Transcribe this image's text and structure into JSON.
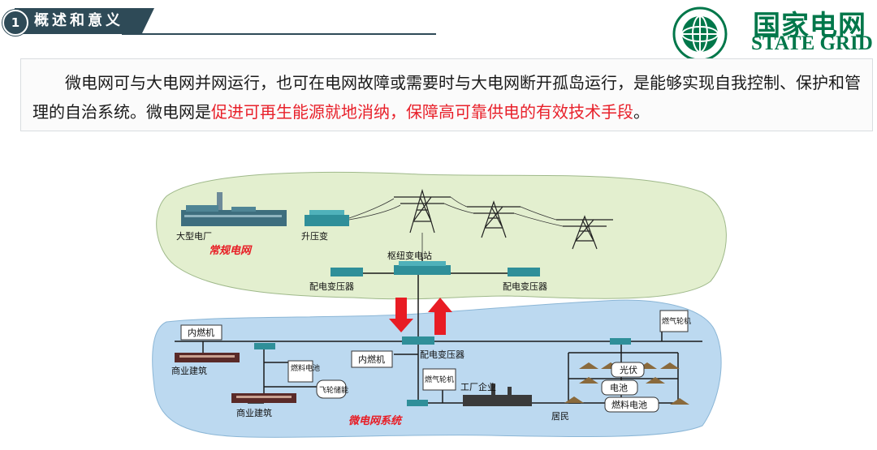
{
  "header": {
    "section_number": "1",
    "section_title": "概述和意义"
  },
  "logo": {
    "cn": "国家电网",
    "en": "STATE GRID"
  },
  "paragraph": {
    "part1": "微电网可与大电网并网运行，也可在电网故障或需要时与大电网断开孤岛运行，是能够实现自我控制、保护和管理的自治系统。微电网是",
    "highlight": "促进可再生能源就地消纳，保障高可靠供电的有效技术手段",
    "part2": "。"
  },
  "diagram": {
    "grid_labels": {
      "power_plant": "大型电厂",
      "step_up": "升压变",
      "hub_station": "枢纽变电站",
      "dist_left": "配电变压器",
      "dist_right": "配电变压器",
      "grid_name": "常规电网"
    },
    "micro_labels": {
      "ice_top": "内燃机",
      "commercial_1": "商业建筑",
      "fuel_cell": "燃料电池",
      "flywheel": "飞轮储能",
      "commercial_2": "商业建筑",
      "ice_center": "内燃机",
      "dist_center": "配电变压器",
      "gas_turbine_center": "燃气轮机",
      "factory": "工厂企业",
      "gas_turbine_right": "燃气轮机",
      "pv": "光伏",
      "battery": "电池",
      "fuel_cell_right": "燃料电池",
      "residents": "居民",
      "micro_name": "微电网系统"
    },
    "colors": {
      "grid_area": "#e3efcf",
      "micro_area": "#bcd9f0",
      "arrow": "#e81c24",
      "line": "#1a1a1a"
    }
  }
}
